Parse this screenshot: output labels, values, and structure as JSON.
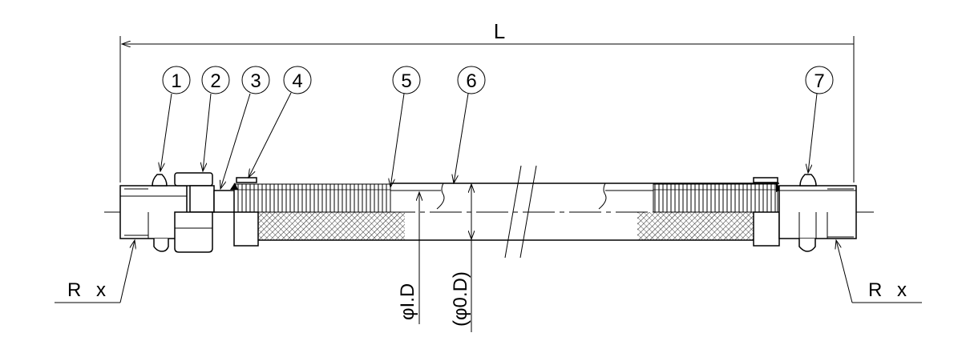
{
  "drawing": {
    "length_label": "L",
    "inner_diameter_label": "φI.D",
    "outer_diameter_label": "(φ0.D)",
    "thread_label_left": "R x",
    "thread_label_right": "R x",
    "balloons": [
      "1",
      "2",
      "3",
      "4",
      "5",
      "6",
      "7"
    ]
  }
}
